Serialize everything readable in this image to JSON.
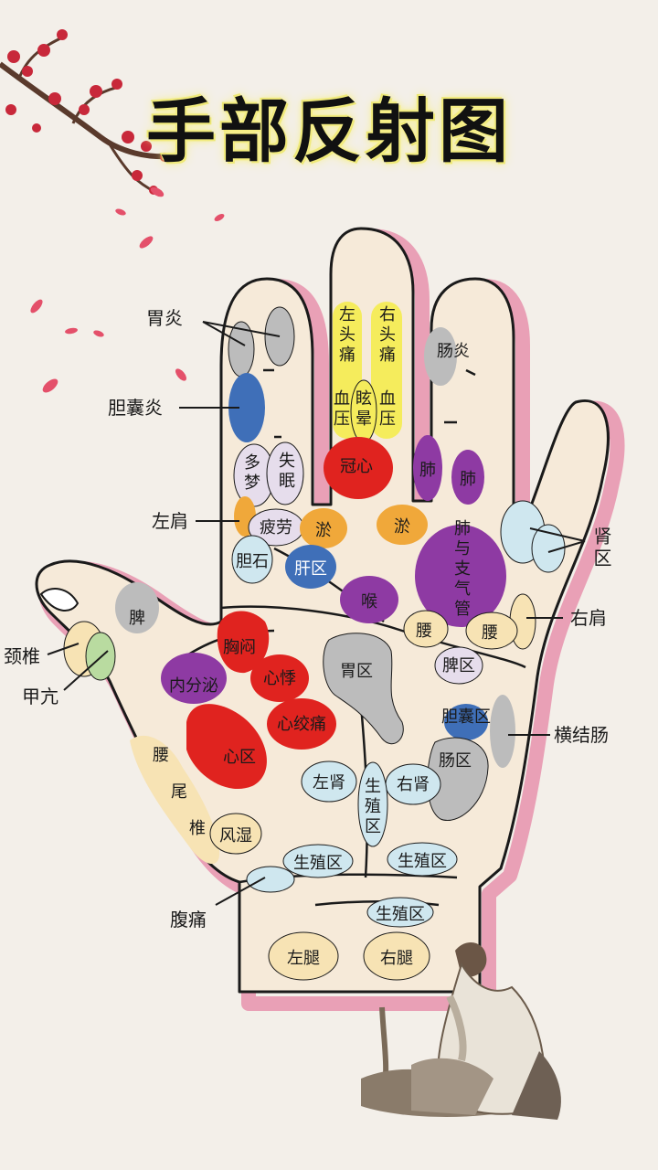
{
  "title": "手部反射图",
  "colors": {
    "background": "#f3efe9",
    "skin": "#f6ead9",
    "outline": "#1a1a1a",
    "shadow": "#e8a7b8",
    "red": "#e0231f",
    "yellow": "#f5ec5c",
    "purple": "#8e3aa3",
    "blue": "#3f6fb8",
    "orange": "#f0a83a",
    "light_blue": "#cfe7ef",
    "grey": "#bcbcbc",
    "cream": "#f7e3b4",
    "lavender": "#e6ddec",
    "green": "#b9dba0"
  },
  "callouts": {
    "weiyan": "胃炎",
    "dannangyan": "胆囊炎",
    "zuojian": "左肩",
    "jingzhui": "颈椎",
    "jiakang": "甲亢",
    "futong": "腹痛",
    "shenqu": "肾区",
    "youjian": "右肩",
    "hengjiechang": "横结肠"
  },
  "zones": {
    "zuotoutong": "左头痛",
    "youtoutong": "右头痛",
    "xueya_l": "血压",
    "xuanyun": "眩晕",
    "xueya_r": "血压",
    "changyan": "肠炎",
    "guanxin": "冠心",
    "fei_1": "肺",
    "fei_2": "肺",
    "duomeng": "多梦",
    "shimian": "失眠",
    "pilao": "疲劳",
    "yu_l": "淤",
    "yu_r": "淤",
    "feiyuzhiqiguan": "肺与支气管",
    "danshi": "胆石",
    "ganqu": "肝区",
    "hou": "喉",
    "pi": "脾",
    "xiongmen": "胸闷",
    "neifenmi": "内分泌",
    "xinji": "心悸",
    "xinjiaotong": "心绞痛",
    "xinqu": "心区",
    "weiqu": "胃区",
    "yao_l": "腰",
    "yao_r": "腰",
    "piqu": "脾区",
    "dannangqu": "胆囊区",
    "changqu": "肠区",
    "yaoweizhui": "腰尾椎",
    "zuoshen": "左肾",
    "youshen": "右肾",
    "shengzhiqu_v": "生殖区",
    "fengshi": "风湿",
    "shengzhiqu_l": "生殖区",
    "shengzhiqu_r": "生殖区",
    "shengzhiqu_b": "生殖区",
    "zuotui": "左腿",
    "youtui": "右腿"
  }
}
